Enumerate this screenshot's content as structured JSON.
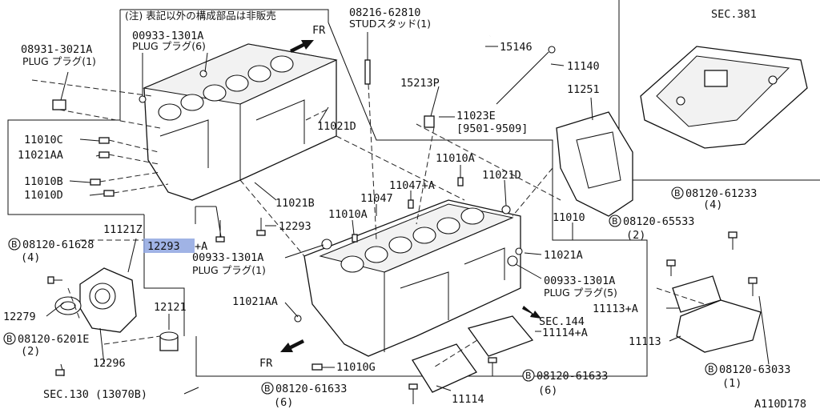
{
  "diagram_code": "A110D178",
  "note": "(注) 表記以外の構成部品は非販売",
  "arrows": {
    "fr": "FR"
  },
  "refs": {
    "sec381": "SEC.381",
    "sec144": "SEC.144",
    "sec130": "SEC.130 (13070B)"
  },
  "bolt_symbol": "B",
  "highlight": {
    "part": "12293",
    "suffix": "+A"
  },
  "labels": {
    "p08931": "08931-3021A",
    "p08931_name": "PLUG プラグ(1)",
    "p00933a": "00933-1301A",
    "p00933a_name": "PLUG プラグ(6)",
    "p08216": "08216-62810",
    "p08216_name": "STUDスタッド(1)",
    "p15146": "15146",
    "p11140": "11140",
    "p15213": "15213P",
    "p11023": "11023E",
    "p11023_date": "[9501-9509]",
    "p11251": "11251",
    "p11021d_a": "11021D",
    "p11010c": "11010C",
    "p11021aa_a": "11021AA",
    "p11010b": "11010B",
    "p11010d": "11010D",
    "p11010a_a": "11010A",
    "p11047a": "11047+A",
    "p11047": "11047",
    "p11010a_b": "11010A",
    "p11021d_b": "11021D",
    "p11021b": "11021B",
    "p12293": "12293",
    "p11010": "11010",
    "p11021a": "11021A",
    "p08120_61233": "08120-61233",
    "p08120_61233_qty": "(4)",
    "p08120_65533": "08120-65533",
    "p08120_65533_qty": "(2)",
    "p11121": "11121Z",
    "p08120_61628": "08120-61628",
    "p08120_61628_qty": "(4)",
    "p00933b": "00933-1301A",
    "p00933b_name": "PLUG プラグ(1)",
    "p00933c": "00933-1301A",
    "p00933c_name": "PLUG プラグ(5)",
    "p12279": "12279",
    "p12121": "12121",
    "p11021aa_b": "11021AA",
    "p08120_6201": "08120-6201E",
    "p08120_6201_qty": "(2)",
    "p12296": "12296",
    "p11113a": "11113+A",
    "p11114a": "11114+A",
    "p11113": "11113",
    "p11010g": "11010G",
    "p08120_61633a": "08120-61633",
    "p08120_61633a_qty": "(6)",
    "p08120_61633b": "08120-61633",
    "p08120_61633b_qty": "(6)",
    "p11114": "11114",
    "p08120_63033": "08120-63033",
    "p08120_63033_qty": "(1)"
  }
}
